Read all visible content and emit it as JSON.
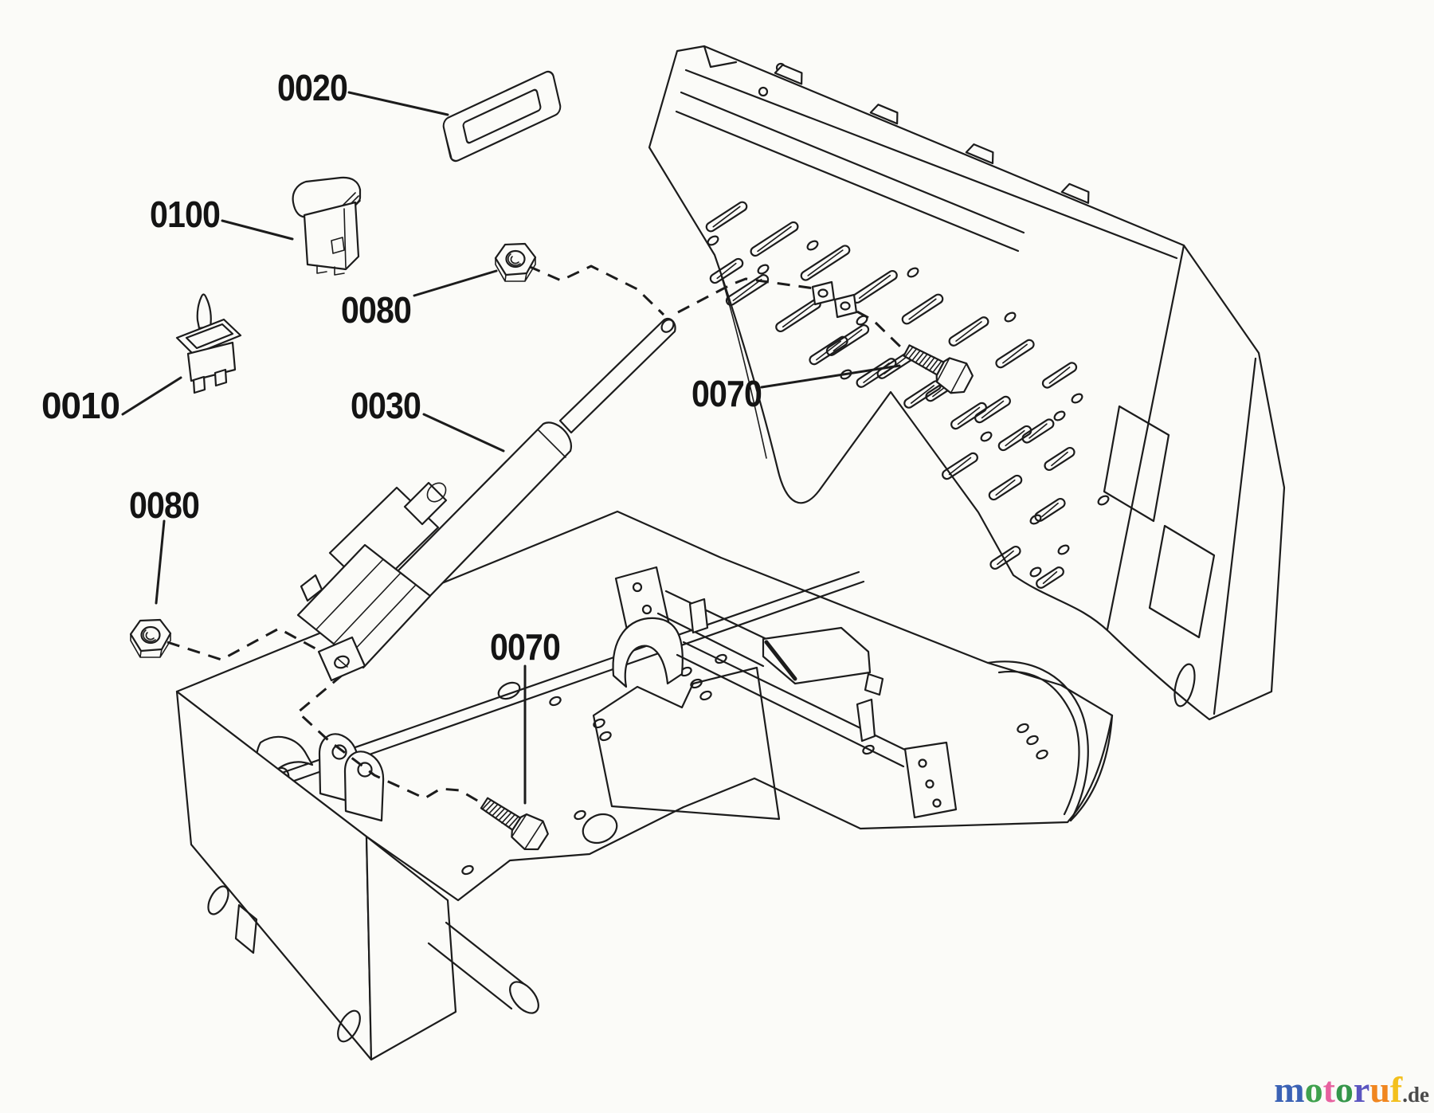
{
  "page": {
    "background": "#fbfbf8",
    "ink": "#1c1c1c"
  },
  "callouts": [
    {
      "part": "trim-bezel",
      "label": "0020"
    },
    {
      "part": "rocker-switch",
      "label": "0100"
    },
    {
      "part": "hex-nut-upper",
      "label": "0080"
    },
    {
      "part": "toggle-switch",
      "label": "0010"
    },
    {
      "part": "linear-actuator",
      "label": "0030"
    },
    {
      "part": "hex-nut-lower",
      "label": "0080"
    },
    {
      "part": "hex-bolt-upper",
      "label": "0070"
    },
    {
      "part": "hex-bolt-lower",
      "label": "0070"
    }
  ],
  "watermark": {
    "word": "motoruf",
    "suffix": ".de",
    "suffix_color": "#4a4a4a",
    "letters": [
      {
        "ch": "m",
        "color": "#3b62b5"
      },
      {
        "ch": "o",
        "color": "#3fa14d"
      },
      {
        "ch": "t",
        "color": "#e7619f"
      },
      {
        "ch": "o",
        "color": "#35964a"
      },
      {
        "ch": "r",
        "color": "#5b55c0"
      },
      {
        "ch": "u",
        "color": "#f0861f"
      },
      {
        "ch": "f",
        "color": "#f3c01d"
      }
    ]
  }
}
